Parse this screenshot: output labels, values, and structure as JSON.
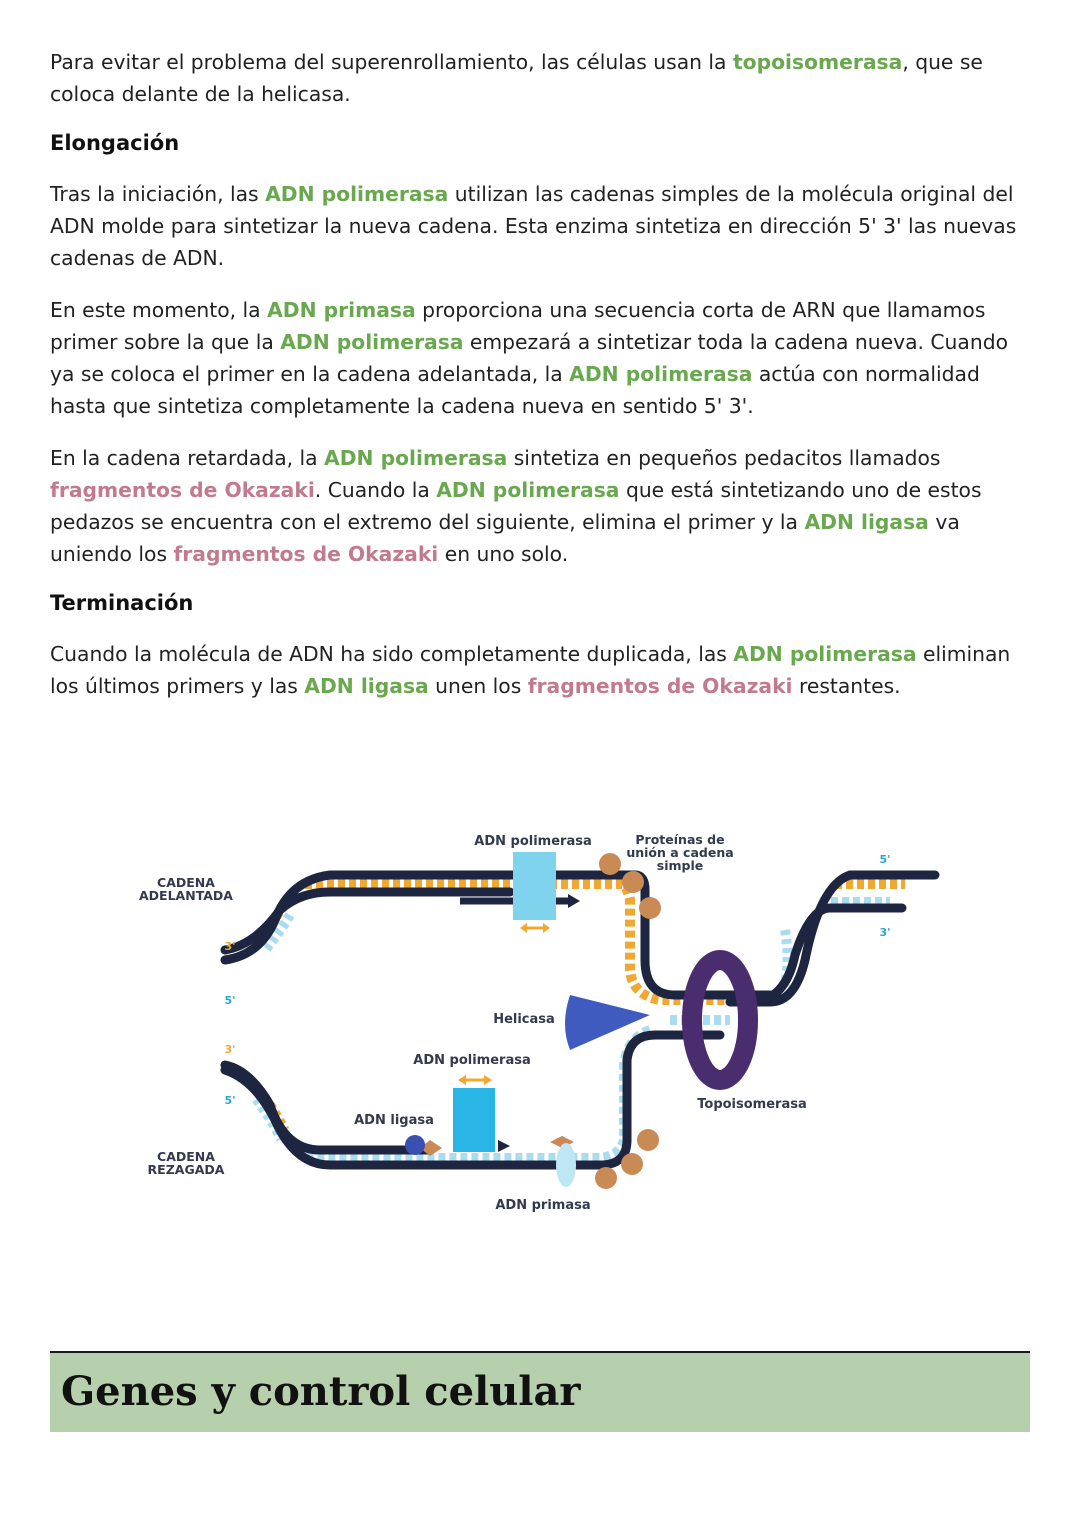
{
  "paragraphs": {
    "p1": {
      "a": "Para evitar el problema del superenrollamiento,  las células usan la ",
      "b": "topoisomerasa",
      "c": ", que se coloca delante de la helicasa."
    },
    "h_elongacion": "Elongación",
    "p2": {
      "a": "Tras la iniciación, las ",
      "b": "ADN polimerasa",
      "c": " utilizan las cadenas simples de la molécula original del ADN molde para sintetizar la nueva cadena. Esta enzima sintetiza en dirección 5' 3' las nuevas cadenas de ADN."
    },
    "p3": {
      "a": "En este momento, la ",
      "b": "ADN primasa",
      "c": " proporciona una secuencia corta de ARN que llamamos primer sobre la que la ",
      "d": "ADN polimerasa",
      "e": " empezará a sintetizar toda la cadena nueva. Cuando ya se coloca el primer en la cadena adelantada, la ",
      "f": "ADN polimerasa",
      "g": " actúa con normalidad hasta que sintetiza completamente la cadena nueva en sentido 5' 3'."
    },
    "p4": {
      "a": "En la cadena retardada, la ",
      "b": "ADN polimerasa",
      "c": " sintetiza en pequeños pedacitos llamados ",
      "d": "fragmentos de Okazaki",
      "e": ". Cuando la ",
      "f": "ADN polimerasa",
      "g": " que está sintetizando uno de estos pedazos se encuentra con el extremo del siguiente, elimina el primer y la ",
      "h": "ADN ligasa",
      "i": " va uniendo los ",
      "j": "fragmentos de Okazaki",
      "k": " en uno solo."
    },
    "h_terminacion": "Terminación",
    "p5": {
      "a": "Cuando la molécula de ADN ha sido completamente duplicada, las  ",
      "b": "ADN polimerasa",
      "c": " eliminan los últimos primers y las  ",
      "d": "ADN ligasa",
      "e": " unen los ",
      "f": "fragmentos de Okazaki",
      "g": " restantes."
    }
  },
  "diagram": {
    "labels": {
      "adn_polimerasa_top": "ADN polimerasa",
      "proteinas_1": "Proteínas de",
      "proteinas_2": "unión a cadena",
      "proteinas_3": "simple",
      "cadena_adelantada_1": "CADENA",
      "cadena_adelantada_2": "ADELANTADA",
      "helicasa": "Helicasa",
      "adn_polimerasa_bottom": "ADN polimerasa",
      "adn_ligasa": "ADN ligasa",
      "cadena_rezagada_1": "CADENA",
      "cadena_rezagada_2": "REZAGADA",
      "topoisomerasa": "Topoisomerasa",
      "adn_primasa": "ADN primasa",
      "end_5_top_right": "5'",
      "end_3_right": "3'",
      "end_3_top_left": "3'",
      "end_5_top_left": "5'",
      "end_3_bottom_left": "3'",
      "end_5_bottom_left": "5'"
    },
    "colors": {
      "strand": "#1d2540",
      "base_orange": "#f0a830",
      "base_light_blue": "#a9dcef",
      "polymerase_top": "#7fd3ec",
      "polymerase_bottom": "#29b6e6",
      "helicase": "#3f5bbf",
      "topoisomerase": "#4a2d6e",
      "ssb_proteins": "#c98a55",
      "ligase": "#3a4fb0",
      "primase": "#bfe6f5"
    }
  },
  "section": {
    "title": "Genes y control celular",
    "color": "#b6cfac"
  }
}
